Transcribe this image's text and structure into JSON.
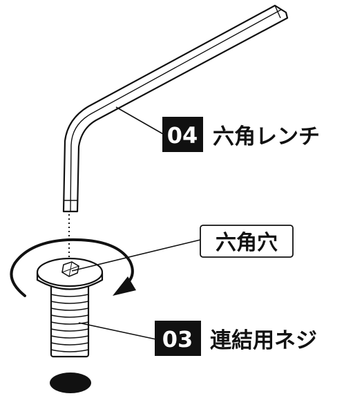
{
  "callouts": {
    "wrench": {
      "number": "04",
      "text": "六角レンチ"
    },
    "hole": {
      "text": "六角穴"
    },
    "screw": {
      "number": "03",
      "text": "連結用ネジ"
    }
  },
  "colors": {
    "ink": "#111111",
    "badge": "#111111",
    "badge_text": "#ffffff",
    "paper": "#ffffff"
  },
  "icons": [
    "hex-wrench-icon",
    "rotation-arrow-icon",
    "hex-socket-screw-icon",
    "hole-icon"
  ]
}
